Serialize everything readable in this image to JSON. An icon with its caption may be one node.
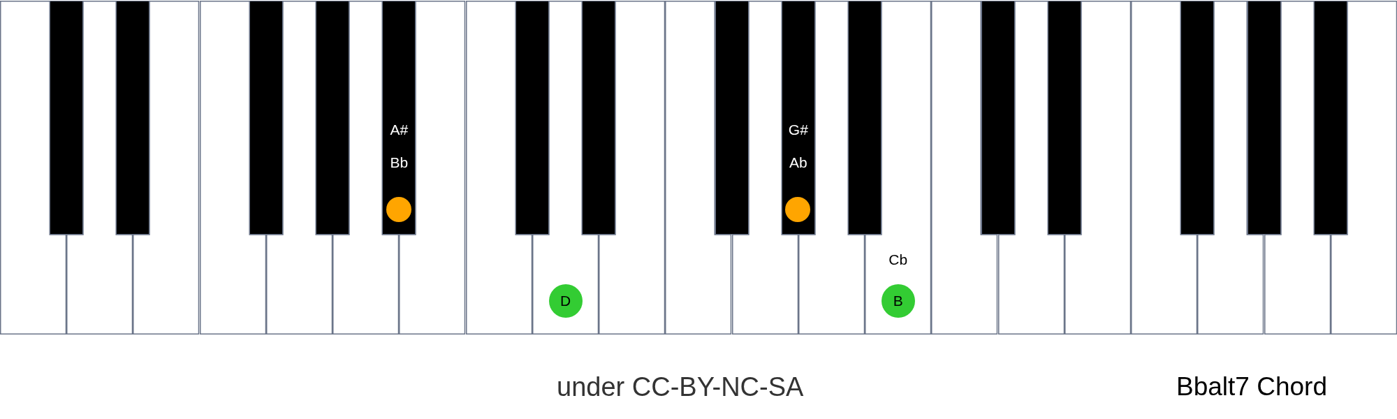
{
  "diagram": {
    "title": "Bbalt7 Chord",
    "nodes": [
      {
        "text": [],
        "shape": "box"
      },
      {
        "text": [],
        "shape": "box"
      },
      {
        "text": [],
        "shape": "box"
      },
      {
        "text": [],
        "shape": "box"
      },
      {
        "text": [],
        "shape": "box"
      },
      {
        "text": [],
        "shape": "box"
      },
      {
        "text": [],
        "shape": "box"
      },
      {
        "text": [],
        "shape": "box"
      },
      {
        "text": [],
        "shape": "box"
      },
      {
        "text": [],
        "shape": "box"
      },
      {
        "text": [
          "A#",
          "Bb"
        ]
      },
      {
        "text": [],
        "shape": "box"
      },
      {
        "text": [],
        "shape": "box"
      },
      {
        "text": [],
        "shape": "box"
      },
      {
        "text": [],
        "shape": "box"
      },
      {
        "text": [],
        "shape": "box"
      },
      {
        "text": [],
        "shape": "box"
      },
      {
        "text": [],
        "shape": "box"
      },
      {
        "text": [],
        "shape": "box"
      },
      {
        "text": [],
        "shape": "box"
      },
      {
        "text": [
          "G#",
          "Ab"
        ]
      },
      {
        "text": [],
        "shape": "box"
      },
      {
        "text": [],
        "shape": "box"
      },
      {
        "text": [
          "Cb"
        ]
      },
      {
        "text": [],
        "shape": "box"
      },
      {
        "text": [],
        "shape": "box"
      },
      {
        "text": [],
        "shape": "box"
      },
      {
        "text": [],
        "shape": "box"
      },
      {
        "text": [],
        "shape": "box"
      },
      {
        "text": [],
        "shape": "box"
      },
      {
        "text": [],
        "shape": "box"
      },
      {
        "text": [],
        "shape": "box"
      },
      {
        "text": [],
        "shape": "box"
      },
      {
        "text": [],
        "shape": "box"
      },
      {
        "text": [],
        "shape": "box"
      },
      {
        "text": [],
        "shape": "box"
      },
      {
        "text": [],
        "shape": "circle",
        "in": 10
      },
      {
        "text": [
          "D"
        ],
        "in": 14
      },
      {
        "text": [],
        "shape": "circle",
        "in": 20
      },
      {
        "text": [
          "B"
        ],
        "in": 23
      }
    ],
    "labels": [
      "under CC-BY-NC-SA"
    ]
  }
}
